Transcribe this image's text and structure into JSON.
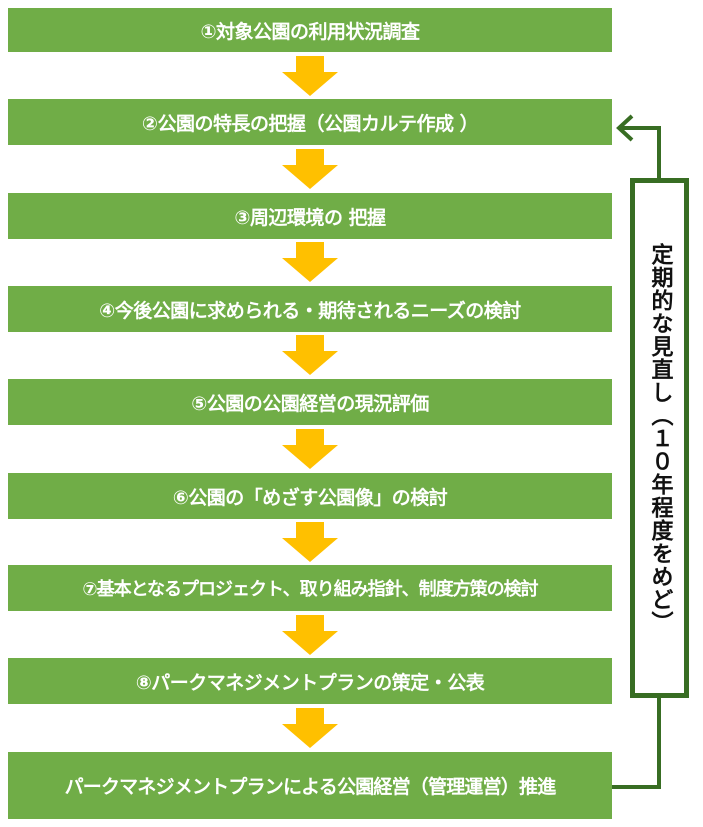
{
  "steps": [
    "①対象公園の利用状況調査",
    "②公園の特長の把握（公園カルテ作成 ）",
    "③周辺環境の 把握",
    "④今後公園に求められる・期待されるニーズの検討",
    "⑤公園の公園経営の現況評価",
    "⑥公園の「めざす公園像」の検討",
    "⑦基本となるプロジェクト、取り組み指針、制度方策の検討",
    "⑧パークマネジメントプランの策定・公表"
  ],
  "final_step": "パークマネジメントプランによる公園経営（管理運営）推進",
  "review_label": "定期的な見直し（１０年程度をめど）",
  "colors": {
    "step_fill": "#70ad47",
    "arrow_fill": "#ffc000",
    "feedback_stroke": "#386d23"
  }
}
